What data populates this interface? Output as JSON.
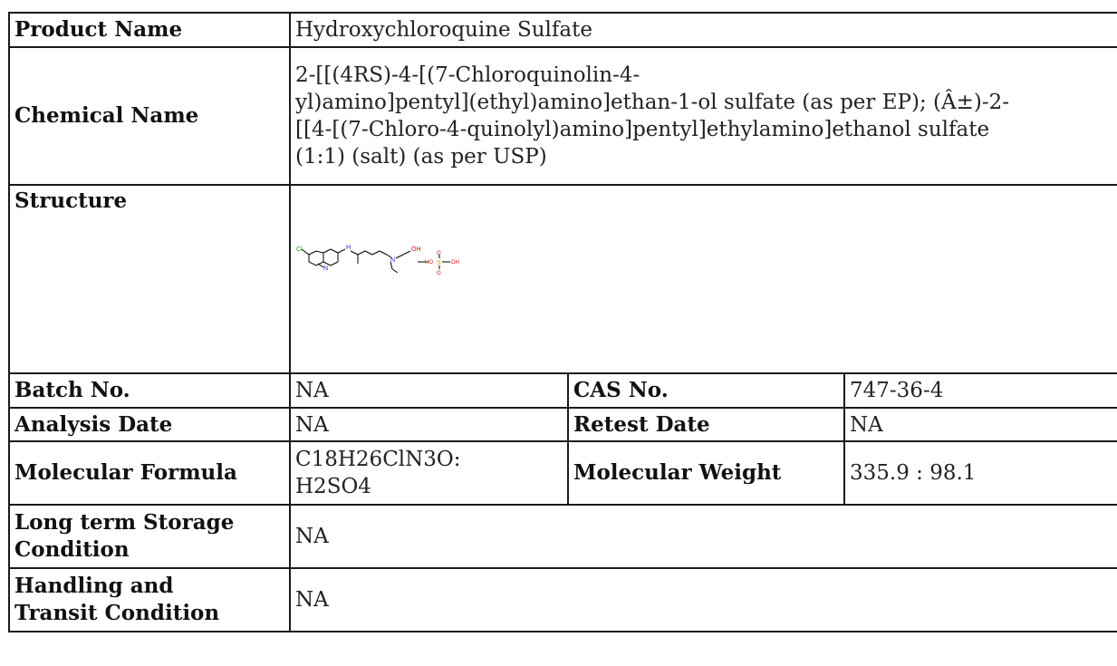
{
  "table": {
    "product_name": {
      "label": "Product Name",
      "value": "Hydroxychloroquine Sulfate"
    },
    "chemical_name": {
      "label": "Chemical Name",
      "lines": [
        "2-[[(4RS)-4-[(7-Chloroquinolin-4-",
        "yl)amino]pentyl](ethyl)amino]ethan-1-ol sulfate (as per EP); (Â±)-2-",
        "[[4-[(7-Chloro-4-quinolyl)amino]pentyl]ethylamino]ethanol sulfate",
        "(1:1) (salt) (as per USP)"
      ]
    },
    "structure": {
      "label": "Structure",
      "atoms": {
        "cl": "Cl",
        "nh": "H",
        "n_ring": "N",
        "n_amine": "N",
        "oh": "OH",
        "ho": "HO",
        "s": "S",
        "o_top": "O",
        "o_bottom": "O",
        "oh_s": "OH"
      },
      "colors": {
        "bond": "#000000",
        "nitrogen": "#1f2fd6",
        "oxygen": "#e01010",
        "chlorine": "#1e9e1e",
        "sulfur": "#c8a000"
      }
    },
    "batch_no": {
      "label": "Batch No.",
      "value": "NA"
    },
    "cas_no": {
      "label": "CAS No.",
      "value": "747-36-4"
    },
    "analysis_date": {
      "label": "Analysis Date",
      "value": "NA"
    },
    "retest_date": {
      "label": "Retest Date",
      "value": "NA"
    },
    "molecular_formula": {
      "label": "Molecular Formula",
      "value_line1": "C18H26ClN3O:",
      "value_line2": "H2SO4"
    },
    "molecular_weight": {
      "label": "Molecular Weight",
      "value": "335.9 : 98.1"
    },
    "long_term_storage": {
      "label_line1": "Long term Storage",
      "label_line2": "Condition",
      "value": "NA"
    },
    "handling_transit": {
      "label_line1": "Handling and",
      "label_line2": "Transit Condition",
      "value": "NA"
    }
  }
}
